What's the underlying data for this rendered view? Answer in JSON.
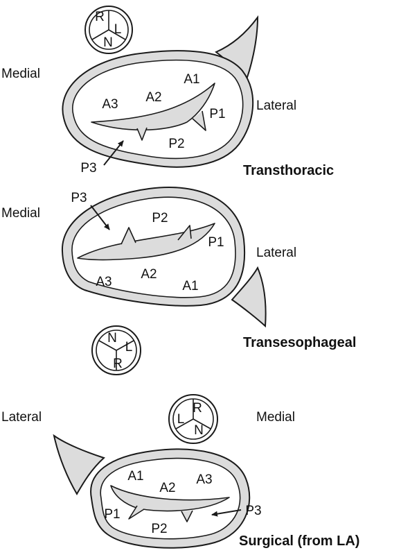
{
  "colors": {
    "fill": "#dcdcdc",
    "stroke": "#1a1a1a",
    "background": "#ffffff",
    "text": "#111111"
  },
  "views": [
    {
      "caption": "Transthoracic",
      "left_label": "Medial",
      "right_label": "Lateral",
      "valve_wedges": [
        "R",
        "L",
        "N"
      ],
      "segments": [
        "A1",
        "A2",
        "A3",
        "P1",
        "P2",
        "P3"
      ]
    },
    {
      "caption": "Transesophageal",
      "left_label": "Medial",
      "right_label": "Lateral",
      "valve_wedges": [
        "N",
        "L",
        "R"
      ],
      "segments": [
        "P3",
        "P2",
        "P1",
        "A3",
        "A2",
        "A1"
      ]
    },
    {
      "caption": "Surgical (from LA)",
      "left_label": "Lateral",
      "right_label": "Medial",
      "valve_wedges": [
        "R",
        "L",
        "N"
      ],
      "segments": [
        "A1",
        "A2",
        "A3",
        "P1",
        "P2",
        "P3"
      ]
    }
  ]
}
